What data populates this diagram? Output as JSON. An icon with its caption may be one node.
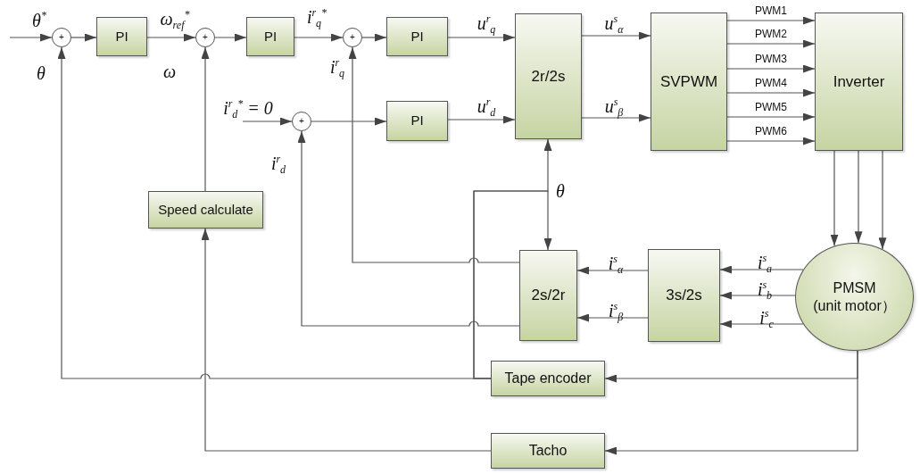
{
  "diagram": {
    "nodes": [
      {
        "text": [
          "+"
        ]
      },
      {
        "text": [
          "PI"
        ]
      },
      {
        "text": [
          "+"
        ]
      },
      {
        "text": [
          "PI"
        ]
      },
      {
        "text": [
          "+"
        ]
      },
      {
        "text": [
          "PI"
        ]
      },
      {
        "text": [
          "+"
        ]
      },
      {
        "text": [
          "PI"
        ]
      },
      {
        "text": [
          "2r/2s"
        ]
      },
      {
        "text": [
          "SVPWM"
        ]
      },
      {
        "text": [
          "Inverter"
        ]
      },
      {
        "text": [
          "Speed calculate"
        ]
      },
      {
        "text": [
          "2s/2r"
        ]
      },
      {
        "text": [
          "3s/2s"
        ]
      },
      {
        "text": [
          "PMSM (unit motor）"
        ]
      },
      {
        "text": [
          "Tape encoder"
        ]
      },
      {
        "text": [
          "Tacho"
        ]
      }
    ],
    "edges": [
      {
        "from": null,
        "to": 0,
        "arrow": "to",
        "label": "θ$^{*}$"
      },
      {
        "from": 0,
        "to": 1,
        "arrow": "to"
      },
      {
        "from": 1,
        "to": 2,
        "arrow": "to",
        "label": "ω$_{ref}$$^{*}$"
      },
      {
        "from": 2,
        "to": 3,
        "arrow": "to"
      },
      {
        "from": 3,
        "to": 4,
        "arrow": "to",
        "label": "i$^{r}$$_{q}$$^{*}$"
      },
      {
        "from": 4,
        "to": 5,
        "arrow": "to"
      },
      {
        "from": null,
        "to": 6,
        "arrow": "to",
        "label": "i$^{r}$$_{d}$$^{*}$ = 0"
      },
      {
        "from": 6,
        "to": 7,
        "arrow": "to"
      },
      {
        "from": 5,
        "to": 8,
        "arrow": "to",
        "label": "u$^{r}$$_{q}$"
      },
      {
        "from": 7,
        "to": 8,
        "arrow": "to",
        "label": "u$^{r}$$_{d}$"
      },
      {
        "from": 8,
        "to": 9,
        "arrow": "to",
        "label": "u$^{s}$$_{α}$"
      },
      {
        "from": 8,
        "to": 9,
        "arrow": "to",
        "label": "u$^{s}$$_{β}$"
      },
      {
        "from": 9,
        "to": 10,
        "arrow": "to",
        "label": "PWM1"
      },
      {
        "from": 9,
        "to": 10,
        "arrow": "to",
        "label": "PWM2"
      },
      {
        "from": 9,
        "to": 10,
        "arrow": "to",
        "label": "PWM3"
      },
      {
        "from": 9,
        "to": 10,
        "arrow": "to",
        "label": "PWM4"
      },
      {
        "from": 9,
        "to": 10,
        "arrow": "to",
        "label": "PWM5"
      },
      {
        "from": 9,
        "to": 10,
        "arrow": "to",
        "label": "PWM6"
      },
      {
        "from": 10,
        "to": 14,
        "arrow": "to"
      },
      {
        "from": 10,
        "to": 14,
        "arrow": "to"
      },
      {
        "from": 10,
        "to": 14,
        "arrow": "to"
      },
      {
        "from": 14,
        "to": 13,
        "arrow": "to",
        "label": "i$^{s}$$_{a}$"
      },
      {
        "from": 14,
        "to": 13,
        "arrow": "to",
        "label": "i$^{s}$$_{b}$"
      },
      {
        "from": 14,
        "to": 13,
        "arrow": "to",
        "label": "i$^{s}$$_{c}$"
      },
      {
        "from": 13,
        "to": 12,
        "arrow": "to",
        "label": "i$^{s}$$_{α}$"
      },
      {
        "from": 13,
        "to": 12,
        "arrow": "to",
        "label": "i$^{s}$$_{β}$"
      },
      {
        "from": 12,
        "to": 4,
        "arrow": "to",
        "label": "i$^{r}$$_{q}$"
      },
      {
        "from": 12,
        "to": 6,
        "arrow": "to",
        "label": "i$^{r}$$_{d}$"
      },
      {
        "from": 14,
        "to": 15,
        "arrow": "to"
      },
      {
        "from": 14,
        "to": 16,
        "arrow": "to"
      },
      {
        "from": 15,
        "to": 0,
        "arrow": "to",
        "label": "θ"
      },
      {
        "from": 15,
        "to": 12,
        "arrow": "to"
      },
      {
        "from": 15,
        "to": 8,
        "arrow": "to",
        "label": "θ"
      },
      {
        "from": 16,
        "to": 11,
        "arrow": "to"
      },
      {
        "from": 11,
        "to": 2,
        "arrow": "to",
        "label": "ω"
      }
    ]
  }
}
